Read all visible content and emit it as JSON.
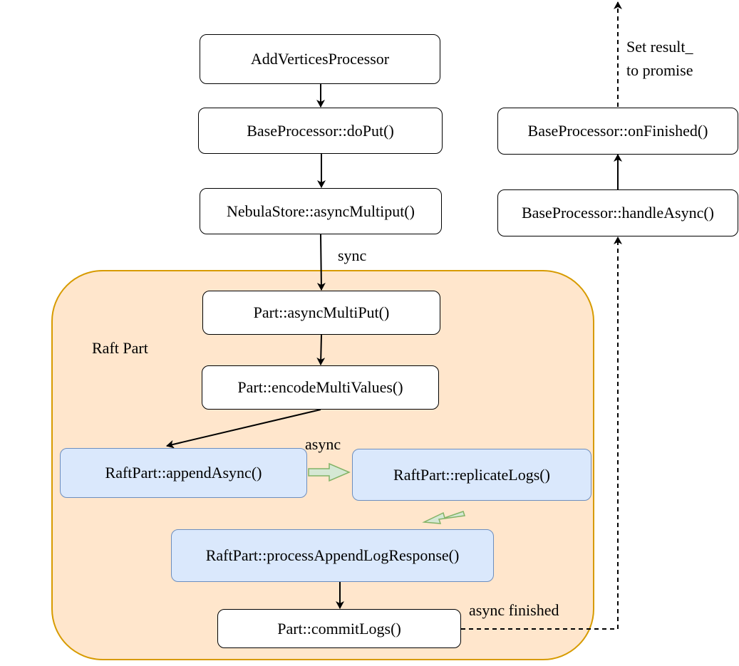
{
  "diagram": {
    "container": {
      "label": "Raft Part",
      "fill": "#ffe6cc",
      "stroke": "#d79b00"
    },
    "nodes": {
      "add_vertices_processor": "AddVerticesProcessor",
      "do_put": "BaseProcessor::doPut()",
      "async_multiput_store": "NebulaStore::asyncMultiput()",
      "part_async_multiput": "Part::asyncMultiPut()",
      "encode_multi_values": "Part::encodeMultiValues()",
      "append_async": "RaftPart::appendAsync()",
      "replicate_logs": "RaftPart::replicateLogs()",
      "process_append_log_response": "RaftPart::processAppendLogResponse()",
      "commit_logs": "Part::commitLogs()",
      "handle_async": "BaseProcessor::handleAsync()",
      "on_finished": "BaseProcessor::onFinished()"
    },
    "edge_labels": {
      "sync": "sync",
      "async": "async",
      "async_finished": "async finished",
      "set_result_line1": "Set result_",
      "set_result_line2": "to promise"
    },
    "colors": {
      "blue_fill": "#dae8fc",
      "blue_stroke": "#6c8ebf",
      "green_arrow_fill": "#d5e8d4",
      "green_arrow_stroke": "#82b366"
    }
  }
}
